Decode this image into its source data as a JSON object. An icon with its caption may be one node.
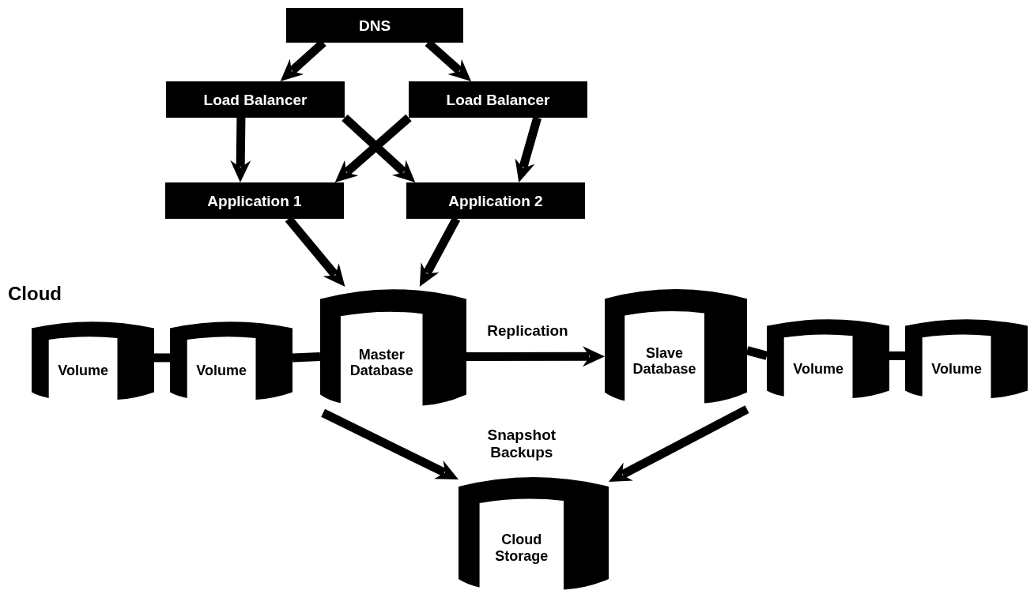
{
  "diagram": {
    "nodes": [
      {
        "text": [
          "DNS"
        ]
      },
      {
        "text": [
          "Load Balancer"
        ]
      },
      {
        "text": [
          "Load Balancer"
        ]
      },
      {
        "text": [
          "Application 1"
        ]
      },
      {
        "text": [
          "Application 2"
        ]
      },
      {
        "text": [
          "Volume"
        ]
      },
      {
        "text": [
          "Volume"
        ]
      },
      {
        "text": [
          "Master Database"
        ]
      },
      {
        "text": [
          "Slave Database"
        ]
      },
      {
        "text": [
          "Volume"
        ]
      },
      {
        "text": [
          "Volume"
        ]
      },
      {
        "text": [
          "Cloud Storage"
        ],
        "beside": [
          "Snapshot Backups"
        ]
      }
    ],
    "edges": [
      {
        "from": 0,
        "to": 1,
        "arrow": "to"
      },
      {
        "from": 0,
        "to": 2,
        "arrow": "to"
      },
      {
        "from": 1,
        "to": 3,
        "arrow": "to"
      },
      {
        "from": 2,
        "to": 4,
        "arrow": "to"
      },
      {
        "from": 2,
        "to": 3,
        "arrow": "to"
      },
      {
        "from": 1,
        "to": 4,
        "arrow": "to"
      },
      {
        "from": 3,
        "to": 7,
        "arrow": "to"
      },
      {
        "from": 4,
        "to": 7,
        "arrow": "to"
      },
      {
        "from": 5,
        "to": 6,
        "arrow": "none"
      },
      {
        "from": 6,
        "to": 7,
        "arrow": "none"
      },
      {
        "from": 7,
        "to": 8,
        "arrow": "to",
        "label": "Replication"
      },
      {
        "from": 8,
        "to": 9,
        "arrow": "none"
      },
      {
        "from": 9,
        "to": 10,
        "arrow": "none"
      },
      {
        "from": 7,
        "to": 11,
        "arrow": "to"
      },
      {
        "from": 8,
        "to": 11,
        "arrow": "to"
      }
    ],
    "labels": [
      "Cloud"
    ]
  }
}
